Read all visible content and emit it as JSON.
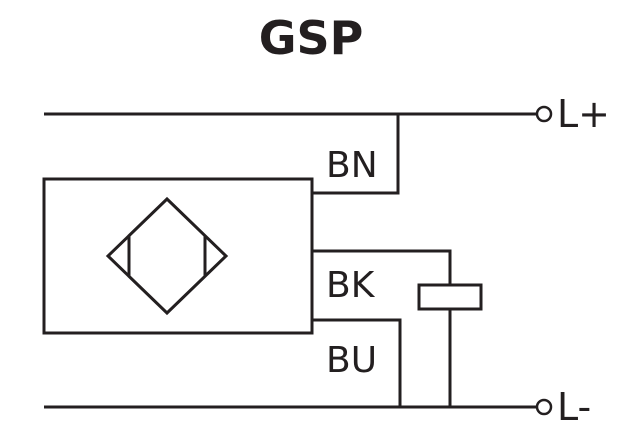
{
  "title": "GSP",
  "terminals": {
    "positive": "L+",
    "negative": "L-"
  },
  "wire_labels": {
    "brown": "BN",
    "black": "BK",
    "blue": "BU"
  },
  "colors": {
    "line": "#231f20",
    "background": "#ffffff"
  },
  "icons": {
    "sensor_symbol": "inductive-sensor-diamond",
    "load": "load-resistor"
  }
}
